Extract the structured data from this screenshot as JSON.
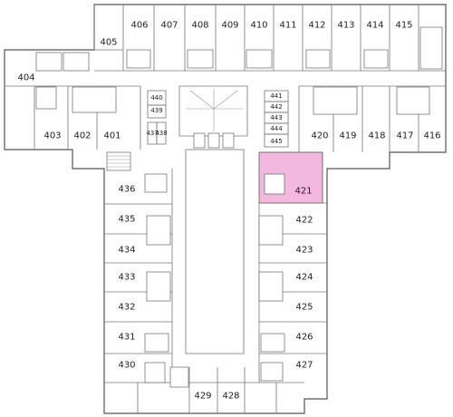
{
  "highlight_color": "#f2b8de",
  "rooms": {
    "r404": "404",
    "r405": "405",
    "r406": "406",
    "r407": "407",
    "r408": "408",
    "r409": "409",
    "r410": "410",
    "r411": "411",
    "r412": "412",
    "r413": "413",
    "r414": "414",
    "r415": "415",
    "r403": "403",
    "r402": "402",
    "r401": "401",
    "r420": "420",
    "r419": "419",
    "r418": "418",
    "r417": "417",
    "r416": "416",
    "r436": "436",
    "r435": "435",
    "r434": "434",
    "r433": "433",
    "r432": "432",
    "r431": "431",
    "r430": "430",
    "r429": "429",
    "r428": "428",
    "r421": "421",
    "r422": "422",
    "r423": "423",
    "r424": "424",
    "r425": "425",
    "r426": "426",
    "r427": "427"
  },
  "small_rooms": {
    "r437": "437",
    "r438": "438",
    "r439": "439",
    "r440": "440",
    "r441": "441",
    "r442": "442",
    "r443": "443",
    "r444": "444",
    "r445": "445"
  },
  "highlighted_room": "421"
}
